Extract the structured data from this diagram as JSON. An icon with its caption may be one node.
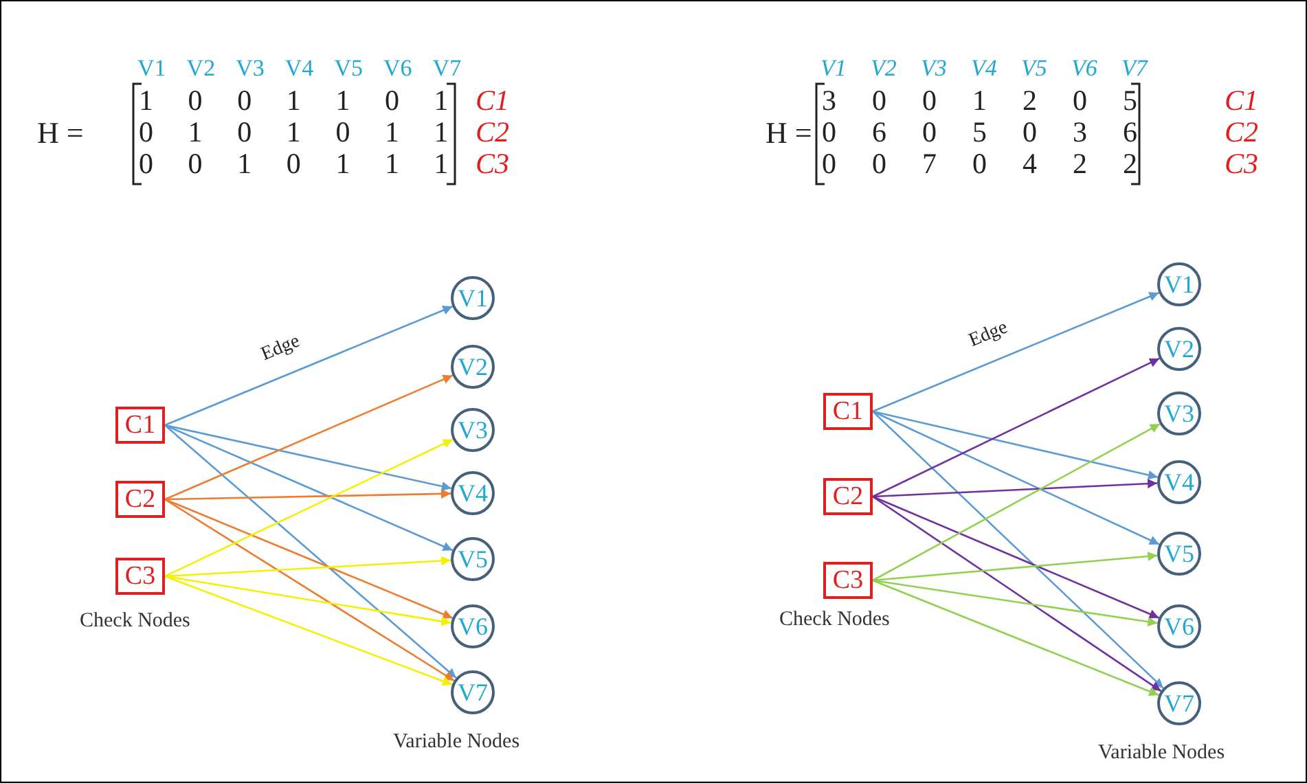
{
  "diagram": {
    "nodes": [
      {
        "text": [
          "C1"
        ]
      },
      {
        "text": [
          "C2"
        ]
      },
      {
        "text": [
          "C3"
        ]
      },
      {
        "text": [
          "V1"
        ]
      },
      {
        "text": [
          "V2"
        ]
      },
      {
        "text": [
          "V3"
        ]
      },
      {
        "text": [
          "V4"
        ]
      },
      {
        "text": [
          "V5"
        ]
      },
      {
        "text": [
          "V6"
        ]
      },
      {
        "text": [
          "V7"
        ]
      },
      {
        "text": [
          "C1"
        ]
      },
      {
        "text": [
          "C2"
        ]
      },
      {
        "text": [
          "C3"
        ]
      },
      {
        "text": [
          "V1"
        ]
      },
      {
        "text": [
          "V2"
        ]
      },
      {
        "text": [
          "V3"
        ]
      },
      {
        "text": [
          "V4"
        ]
      },
      {
        "text": [
          "V5"
        ]
      },
      {
        "text": [
          "V6"
        ]
      },
      {
        "text": [
          "V7"
        ]
      }
    ],
    "edges": [
      {
        "from": 0,
        "to": 3,
        "arrow": "to",
        "label": "Edge",
        "color": "#5b9bd5"
      },
      {
        "from": 0,
        "to": 6,
        "arrow": "to",
        "color": "#5b9bd5"
      },
      {
        "from": 0,
        "to": 7,
        "arrow": "to",
        "color": "#5b9bd5"
      },
      {
        "from": 0,
        "to": 9,
        "arrow": "to",
        "color": "#5b9bd5"
      },
      {
        "from": 1,
        "to": 4,
        "arrow": "to",
        "color": "#ed7d31"
      },
      {
        "from": 1,
        "to": 6,
        "arrow": "to",
        "color": "#ed7d31"
      },
      {
        "from": 1,
        "to": 8,
        "arrow": "to",
        "color": "#ed7d31"
      },
      {
        "from": 1,
        "to": 9,
        "arrow": "to",
        "color": "#ed7d31"
      },
      {
        "from": 2,
        "to": 5,
        "arrow": "to",
        "color": "#f2f200"
      },
      {
        "from": 2,
        "to": 7,
        "arrow": "to",
        "color": "#f2f200"
      },
      {
        "from": 2,
        "to": 8,
        "arrow": "to",
        "color": "#f2f200"
      },
      {
        "from": 2,
        "to": 9,
        "arrow": "to",
        "color": "#f2f200"
      },
      {
        "from": 10,
        "to": 13,
        "arrow": "to",
        "label": "Edge",
        "color": "#5b9bd5"
      },
      {
        "from": 10,
        "to": 16,
        "arrow": "to",
        "color": "#5b9bd5"
      },
      {
        "from": 10,
        "to": 17,
        "arrow": "to",
        "color": "#5b9bd5"
      },
      {
        "from": 10,
        "to": 19,
        "arrow": "to",
        "color": "#5b9bd5"
      },
      {
        "from": 11,
        "to": 14,
        "arrow": "to",
        "color": "#7030a0"
      },
      {
        "from": 11,
        "to": 16,
        "arrow": "to",
        "color": "#7030a0"
      },
      {
        "from": 11,
        "to": 18,
        "arrow": "to",
        "color": "#7030a0"
      },
      {
        "from": 11,
        "to": 19,
        "arrow": "to",
        "color": "#7030a0"
      },
      {
        "from": 12,
        "to": 15,
        "arrow": "to",
        "color": "#92d050"
      },
      {
        "from": 12,
        "to": 17,
        "arrow": "to",
        "color": "#92d050"
      },
      {
        "from": 12,
        "to": 18,
        "arrow": "to",
        "color": "#92d050"
      },
      {
        "from": 12,
        "to": 19,
        "arrow": "to",
        "color": "#92d050"
      }
    ],
    "labels": [
      "V1",
      "V2",
      "V3",
      "V4",
      "V5",
      "V6",
      "V7",
      "H =",
      "1",
      "0",
      "0",
      "1",
      "1",
      "0",
      "1",
      "C1",
      "0",
      "1",
      "0",
      "1",
      "0",
      "1",
      "1",
      "C2",
      "0",
      "0",
      "1",
      "0",
      "1",
      "1",
      "1",
      "C3",
      "V1",
      "V2",
      "V3",
      "V4",
      "V5",
      "V6",
      "V7",
      "H =",
      "3",
      "0",
      "0",
      "1",
      "2",
      "0",
      "5",
      "C1",
      "0",
      "6",
      "0",
      "5",
      "0",
      "3",
      "6",
      "C2",
      "0",
      "0",
      "7",
      "0",
      "4",
      "2",
      "2",
      "C3",
      "Check Nodes",
      "Variable Nodes",
      "Check Nodes",
      "Variable Nodes"
    ]
  }
}
